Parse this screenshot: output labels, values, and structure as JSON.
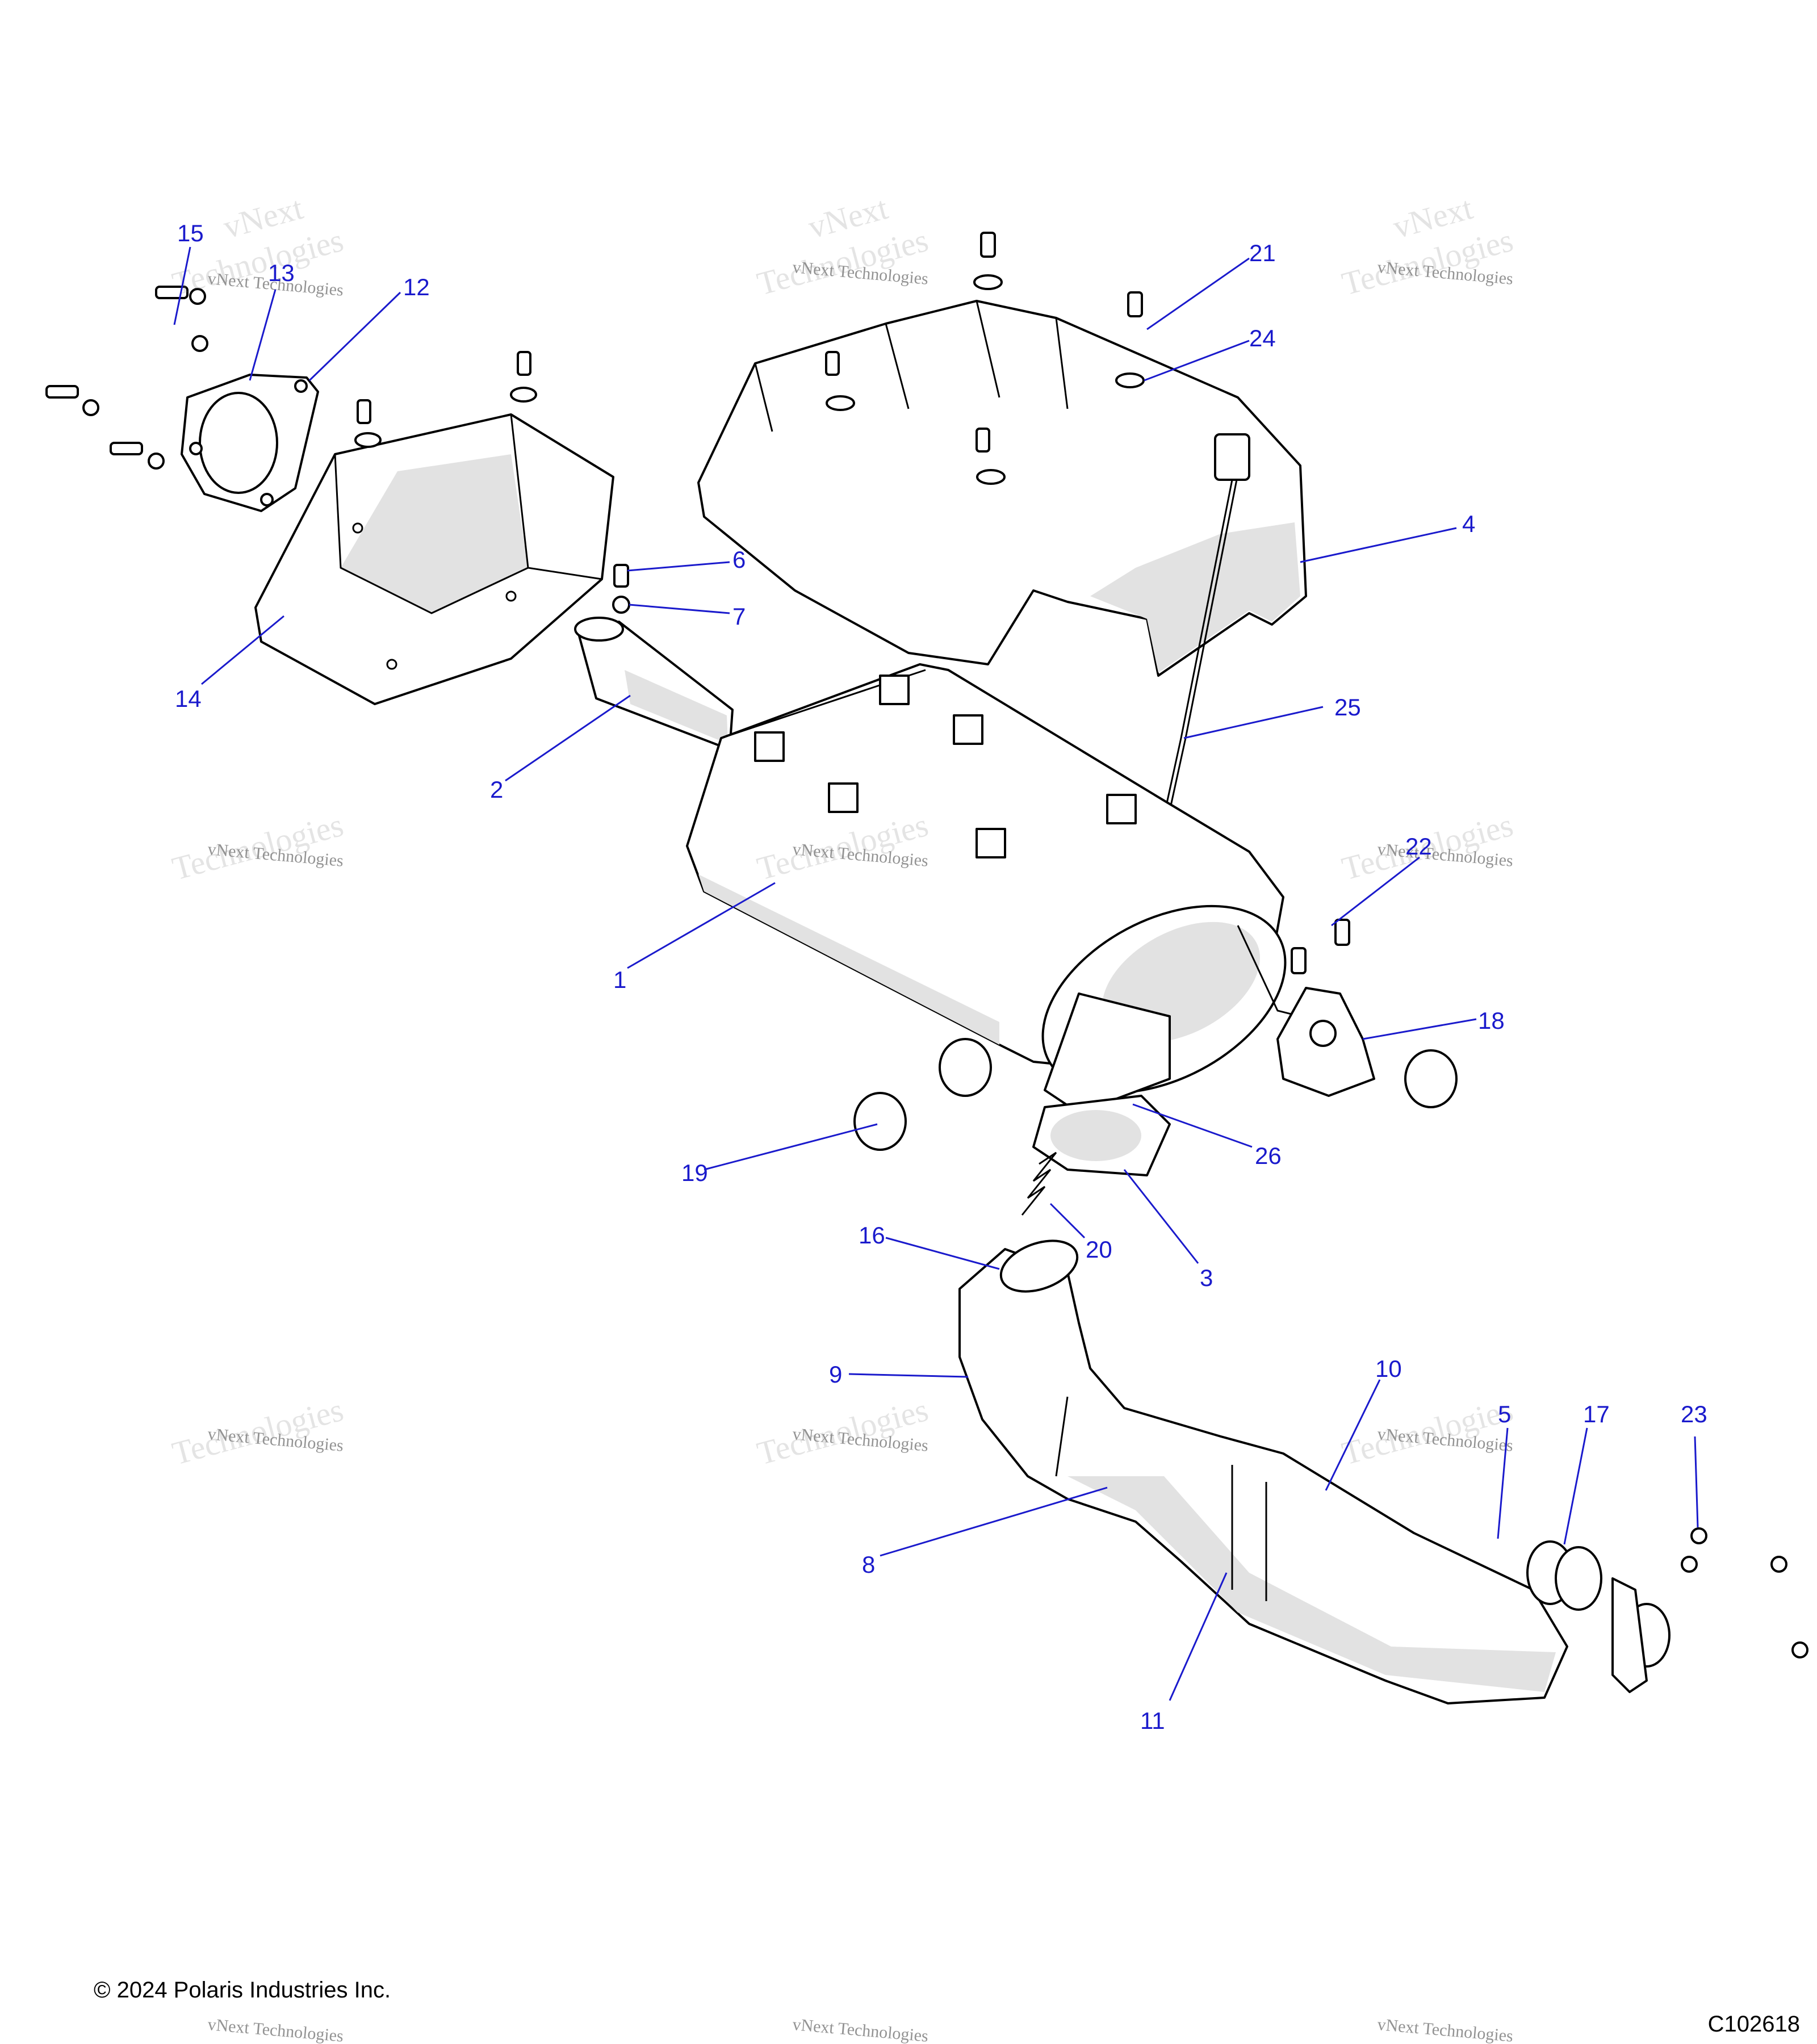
{
  "copyright": "© 2024 Polaris Industries Inc.",
  "figure_id": "C102618",
  "watermark": {
    "line1": "vNext Technologies",
    "line2": "vNext",
    "line3": "Technologies"
  },
  "callouts": [
    "1",
    "2",
    "3",
    "4",
    "5",
    "6",
    "7",
    "8",
    "9",
    "10",
    "11",
    "12",
    "13",
    "14",
    "15",
    "16",
    "17",
    "18",
    "19",
    "20",
    "21",
    "22",
    "23",
    "24",
    "25",
    "26"
  ]
}
